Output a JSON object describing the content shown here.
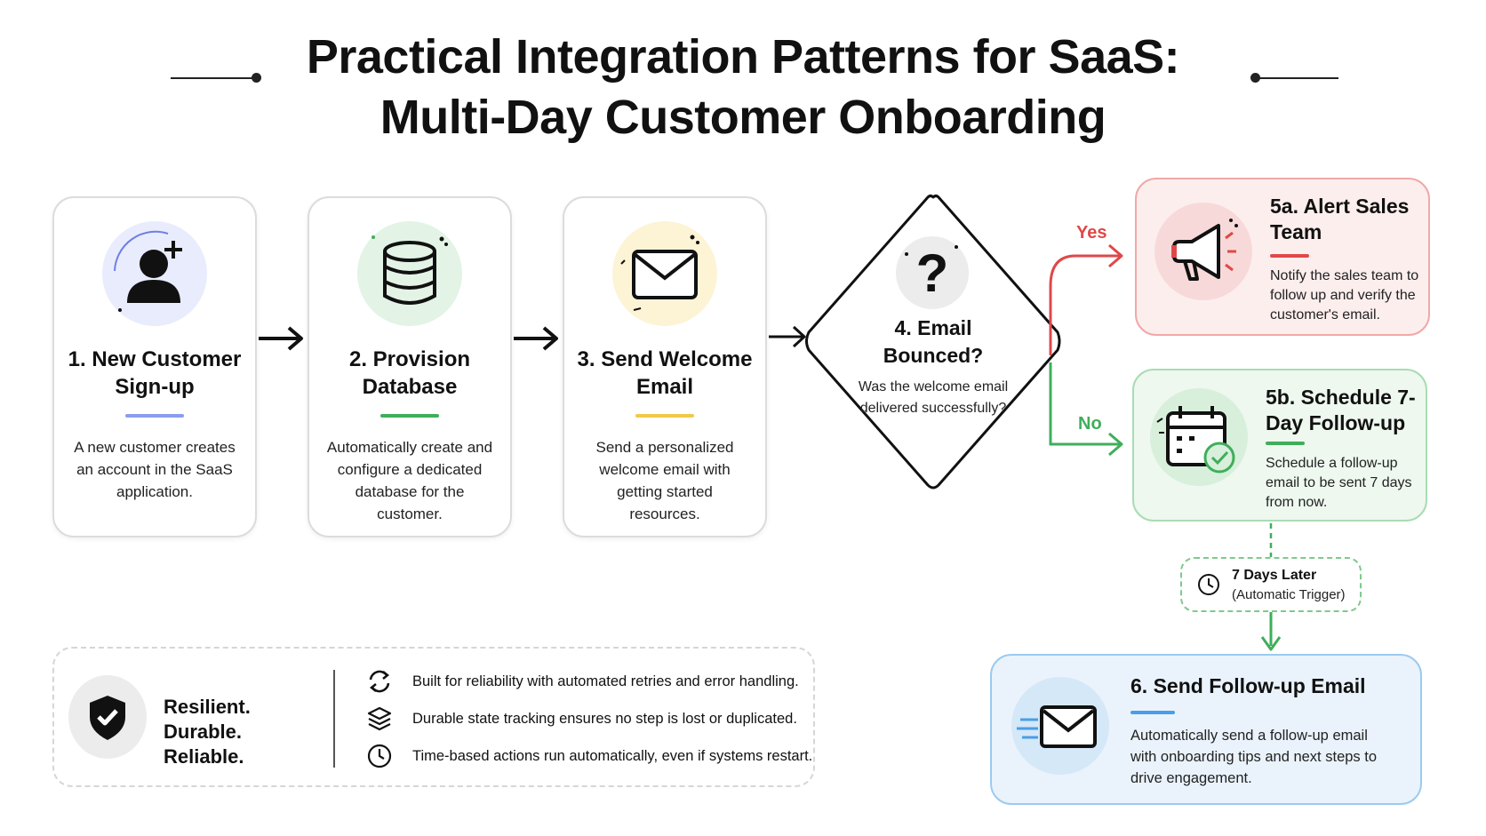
{
  "title": {
    "line1": "Practical Integration Patterns for SaaS:",
    "line2": "Multi-Day Customer Onboarding"
  },
  "steps": [
    {
      "title": "1. New Customer Sign-up",
      "desc": "A new customer creates an account in the SaaS application.",
      "icon": "add-user-icon",
      "accent": "#7b8ef0"
    },
    {
      "title": "2. Provision Database",
      "desc": "Automatically create and configure a dedicated database for the customer.",
      "icon": "database-icon",
      "accent": "#3fae5a"
    },
    {
      "title": "3. Send Welcome Email",
      "desc": "Send a personalized welcome email with getting started resources.",
      "icon": "envelope-icon",
      "accent": "#f0c94a"
    }
  ],
  "decision": {
    "title": "4. Email Bounced?",
    "desc": "Was the welcome email delivered successfully?",
    "icon": "question-mark-icon"
  },
  "branches": {
    "yes_label": "Yes",
    "no_label": "No",
    "yes_color": "#e04848",
    "no_color": "#3fae5a"
  },
  "alert": {
    "title": "5a. Alert Sales Team",
    "desc": "Notify the sales team to follow up and verify the customer's email.",
    "icon": "megaphone-icon",
    "accent": "#e04848"
  },
  "schedule": {
    "title": "5b. Schedule 7-Day Follow-up",
    "desc": "Schedule a follow-up email to be sent 7 days from now.",
    "icon": "calendar-check-icon",
    "accent": "#3fae5a"
  },
  "trigger": {
    "line1": "7 Days Later",
    "line2": "(Automatic Trigger)",
    "icon": "clock-icon"
  },
  "followup": {
    "title": "6. Send Follow-up Email",
    "desc": "Automatically send a follow-up email with onboarding tips and next steps to drive engagement.",
    "icon": "fast-envelope-icon",
    "accent": "#4a9de8"
  },
  "summary": {
    "headline": "Resilient. Durable. Reliable.",
    "icon": "shield-check-icon",
    "features": [
      {
        "icon": "retry-icon",
        "text": "Built for reliability with automated retries and error handling."
      },
      {
        "icon": "layers-icon",
        "text": "Durable state tracking ensures no step is lost or duplicated."
      },
      {
        "icon": "clock-icon",
        "text": "Time-based actions run automatically, even if systems restart."
      }
    ]
  }
}
